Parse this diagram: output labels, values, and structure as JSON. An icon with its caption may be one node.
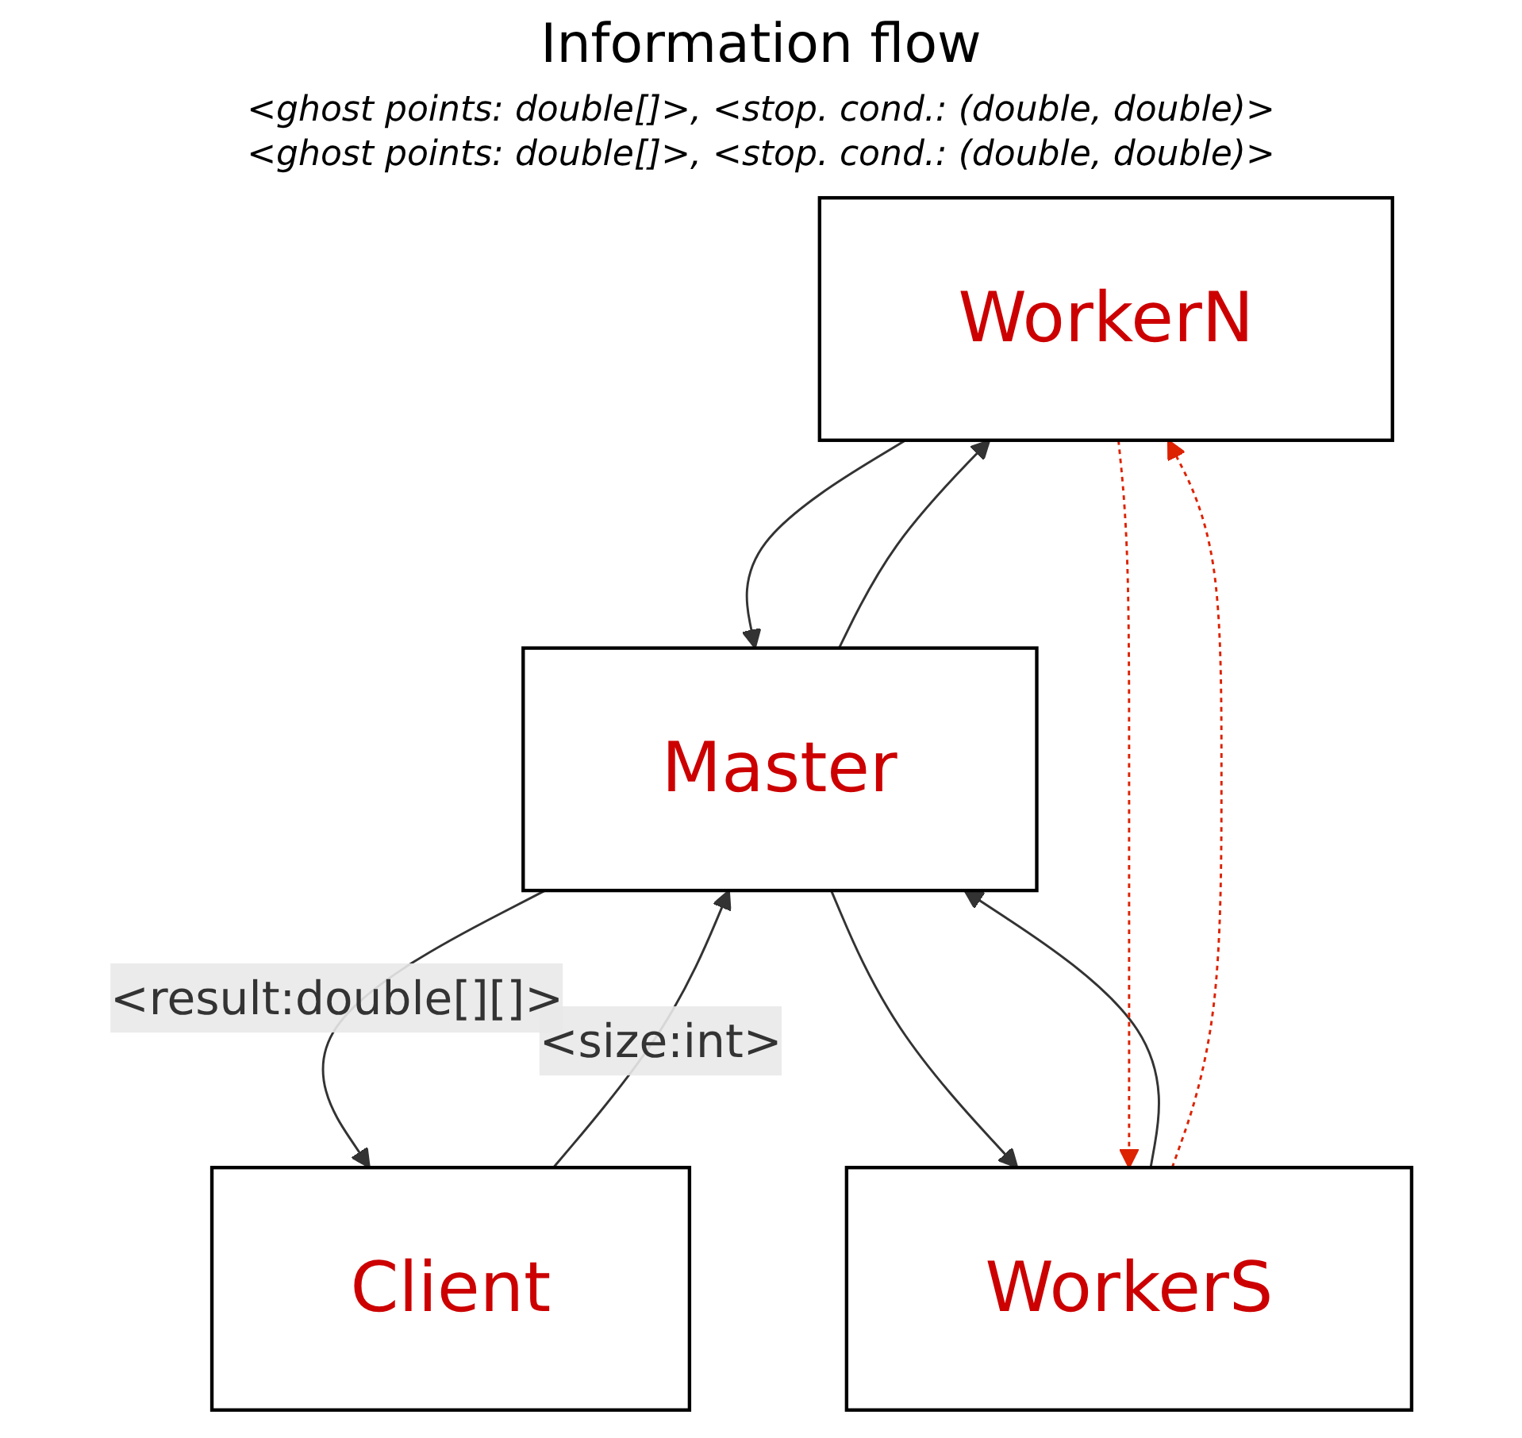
{
  "diagram": {
    "title": "Information flow",
    "nodes": [
      {
        "text": [
          "WorkerN"
        ]
      },
      {
        "text": [
          "Master"
        ]
      },
      {
        "text": [
          "Client"
        ]
      },
      {
        "text": [
          "WorkerS"
        ]
      }
    ],
    "edges": [
      {
        "from": 1,
        "to": 0,
        "arrow": "to"
      },
      {
        "from": 0,
        "to": 1,
        "arrow": "to"
      },
      {
        "from": 2,
        "to": 1,
        "arrow": "to",
        "label": "<size:int>"
      },
      {
        "from": 1,
        "to": 2,
        "arrow": "to",
        "label": "<result:double[][]>"
      },
      {
        "from": 1,
        "to": 3,
        "arrow": "to"
      },
      {
        "from": 3,
        "to": 1,
        "arrow": "to"
      },
      {
        "from": 3,
        "to": 0,
        "arrow": "to",
        "style": "dashed",
        "color": "#dd2200"
      },
      {
        "from": 0,
        "to": 3,
        "arrow": "to",
        "style": "dashed",
        "color": "#dd2200"
      }
    ],
    "labels": [
      "<ghost points: double[]>, <stop. cond.: (double, double)>",
      "<ghost points: double[]>, <stop. cond.: (double, double)>"
    ]
  }
}
